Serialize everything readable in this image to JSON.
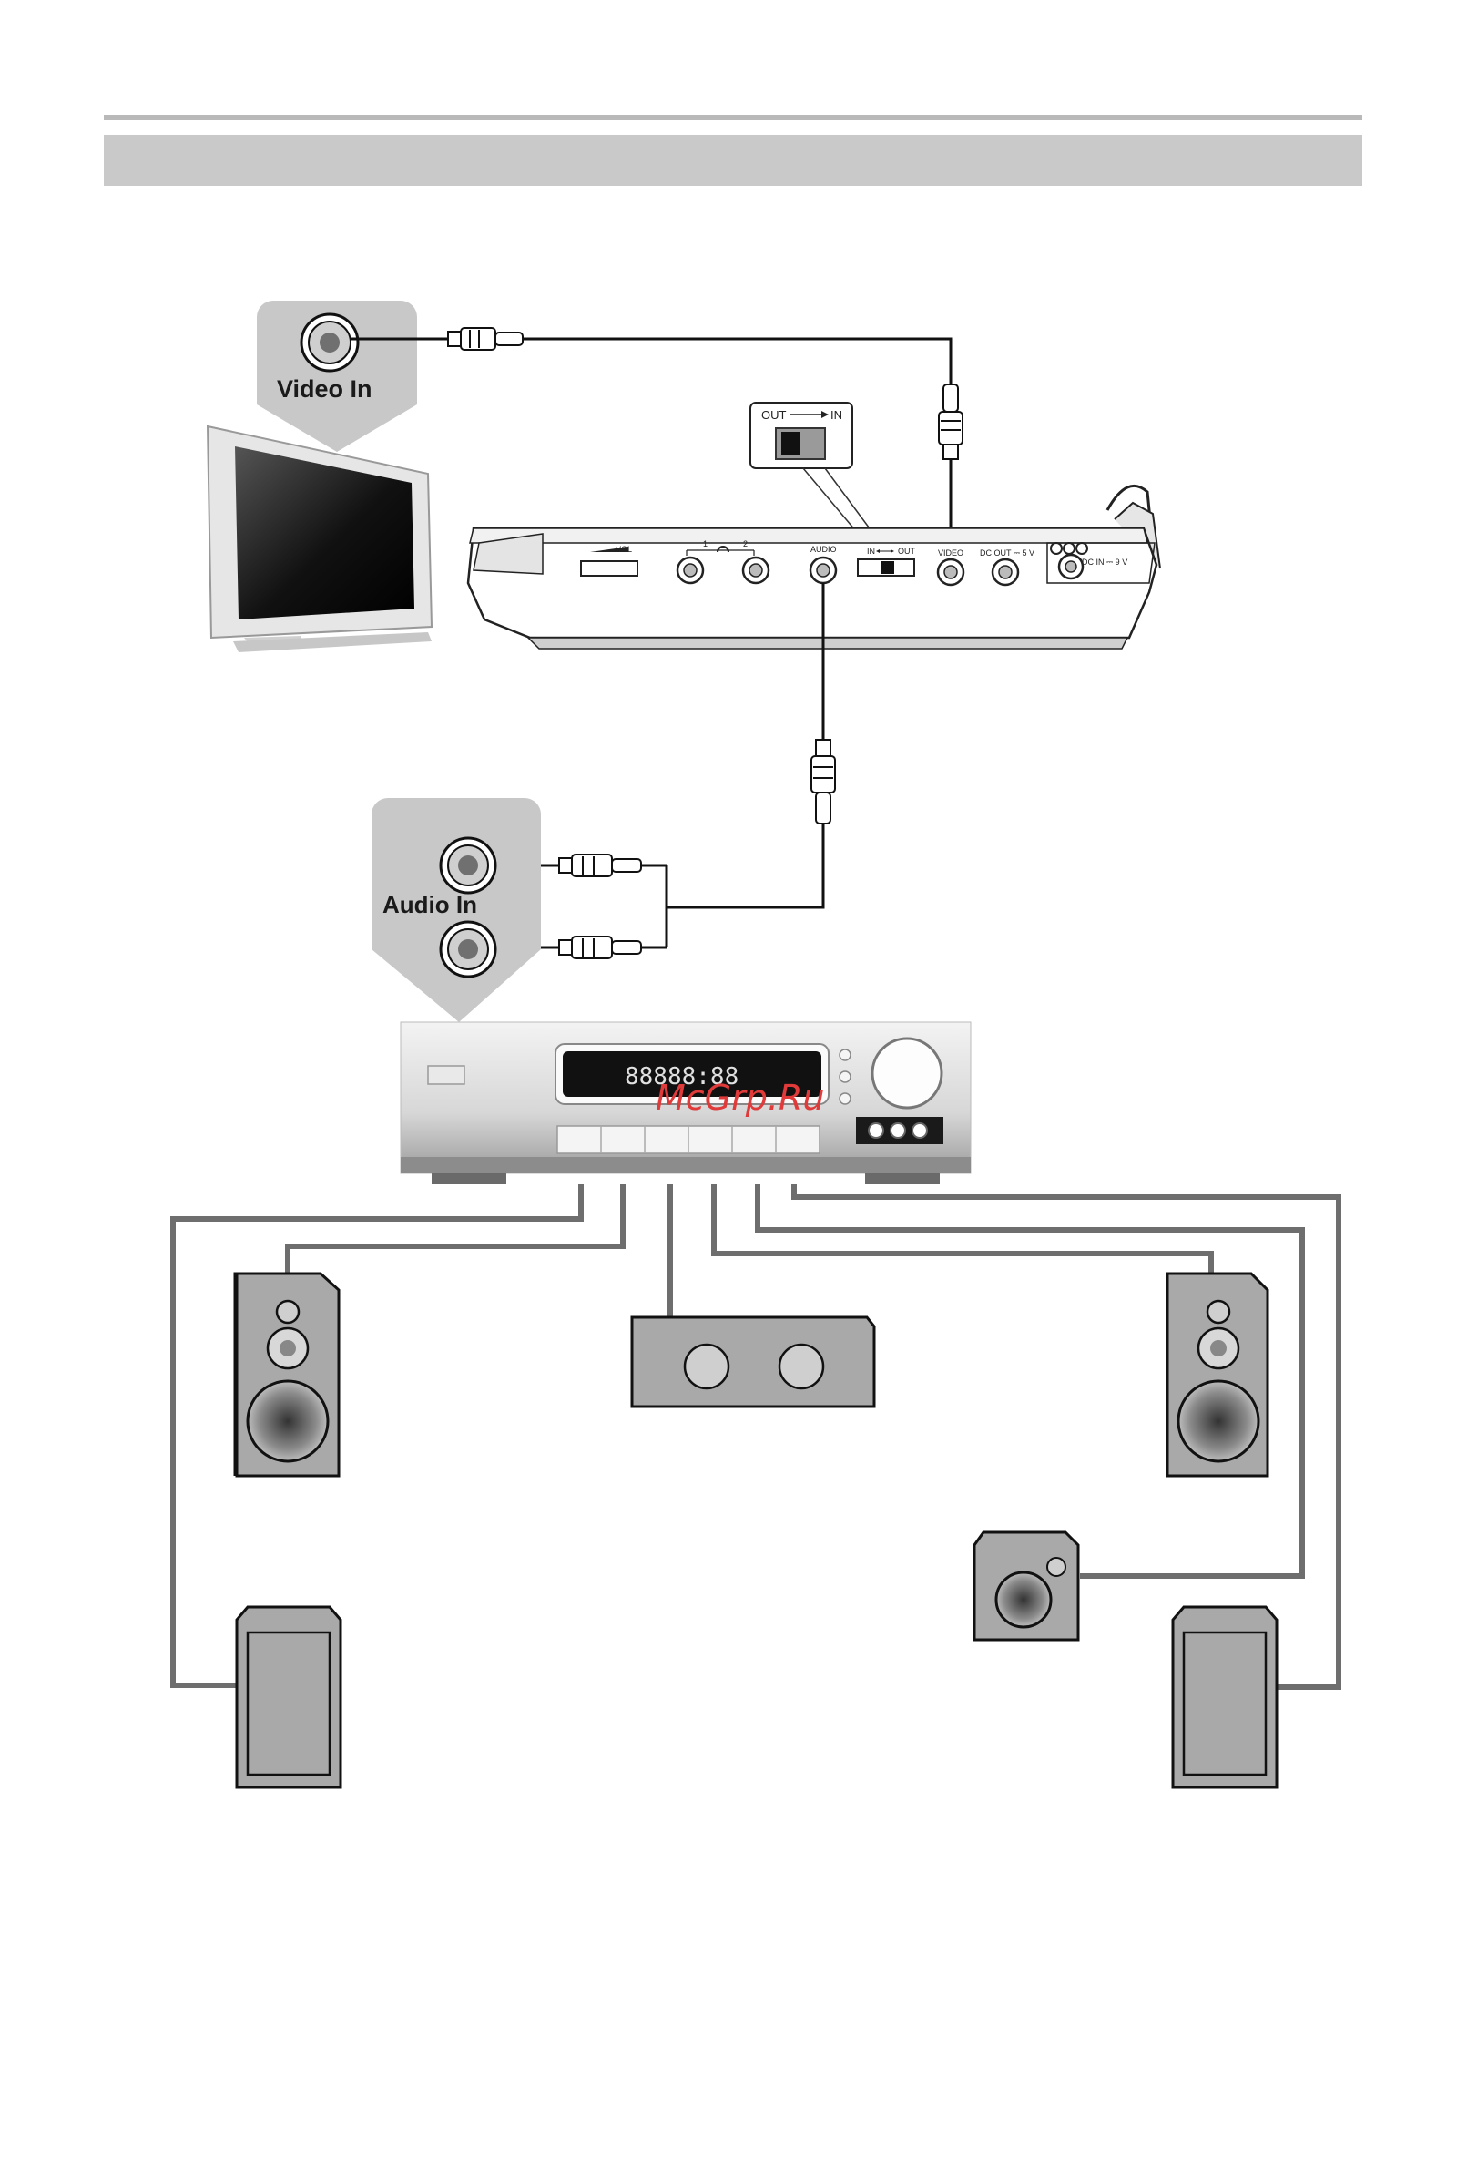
{
  "labels": {
    "video_in": "Video In",
    "audio_in": "Audio In",
    "switch_out": "OUT",
    "switch_in": "IN"
  },
  "player_ports": {
    "vol": "VOL",
    "headphone_1": "1",
    "headphone_2": "2",
    "audio": "AUDIO",
    "switch_in": "IN",
    "switch_out": "OUT",
    "video": "VIDEO",
    "dc_out": "DC OUT ⎓ 5 V",
    "dc_in": "DC IN ⎓ 9 V"
  },
  "watermark": "McGrp.Ru",
  "colors": {
    "header_rule": "#b9b9b9",
    "header_band": "#c9c9c9",
    "speaker_gray": "#a9a9a9",
    "wire_gray": "#6e6e6e",
    "watermark": "#e03a3a"
  }
}
